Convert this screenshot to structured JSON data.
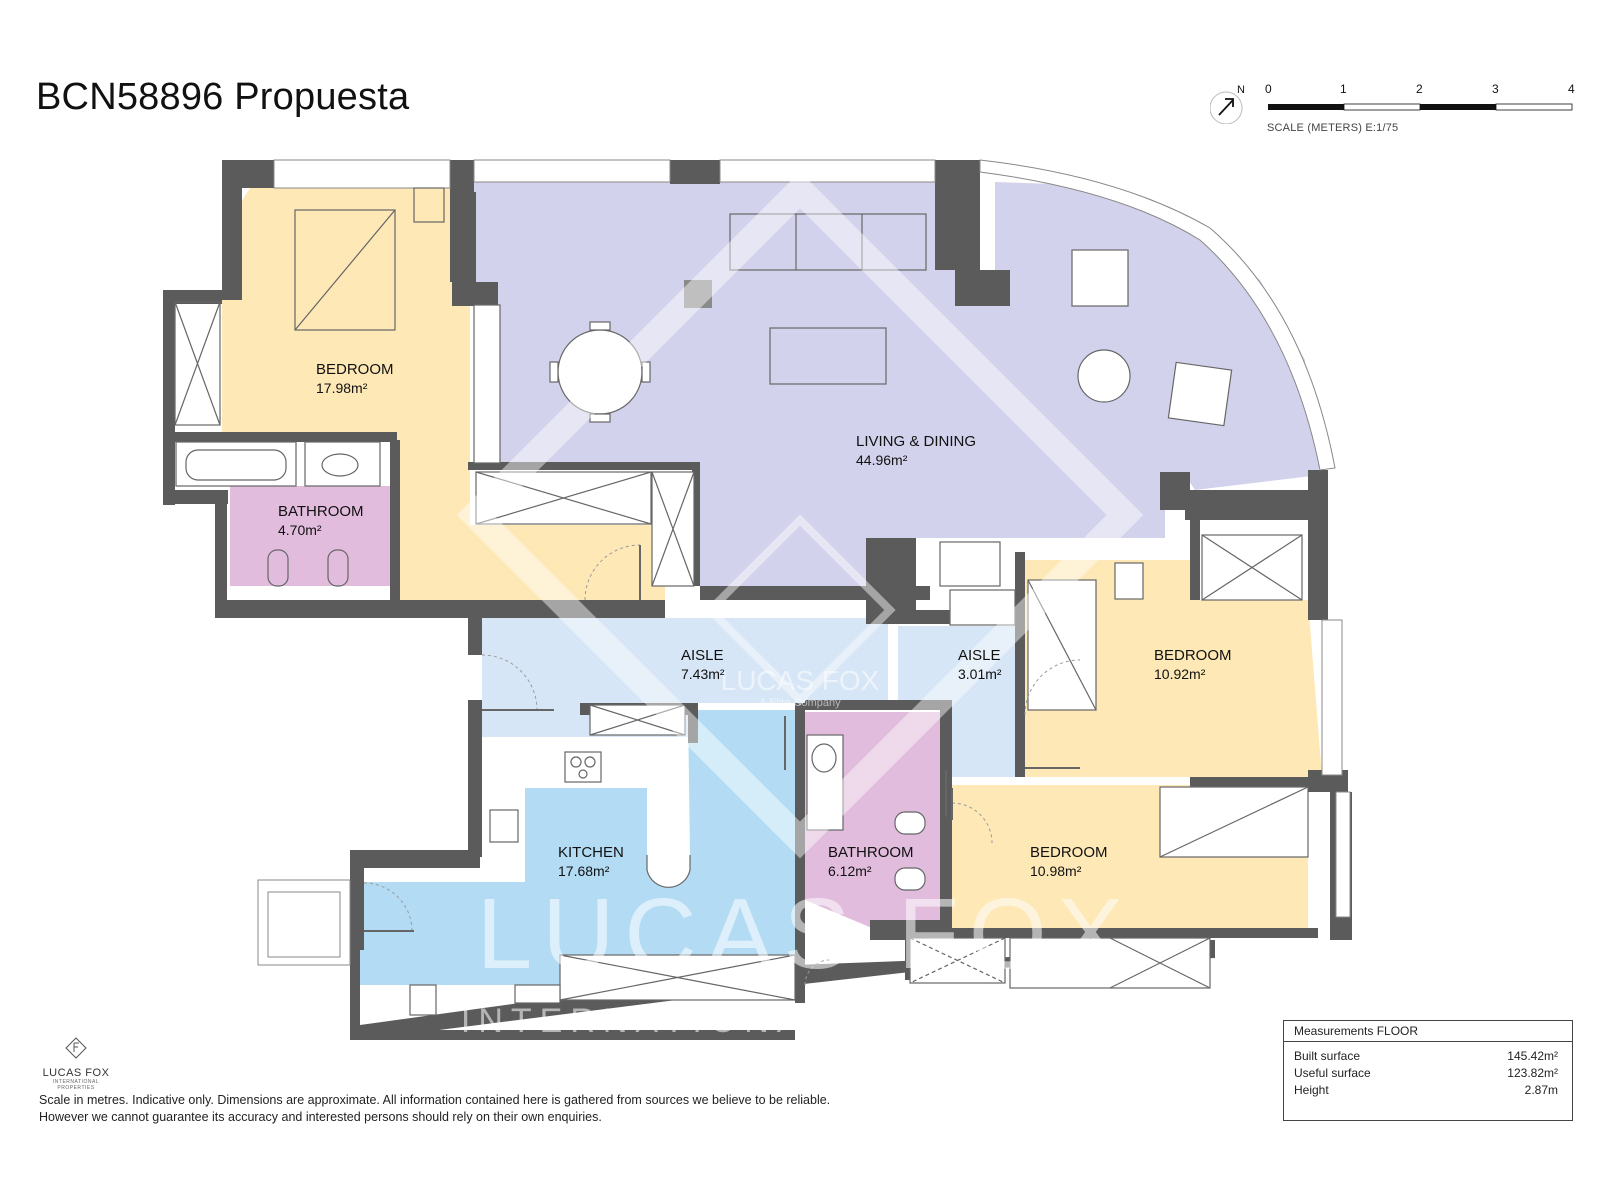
{
  "title": "BCN58896 Propuesta",
  "compass": {
    "north_label": "N"
  },
  "scale_bar": {
    "ticks": [
      "0",
      "1",
      "2",
      "3",
      "4"
    ],
    "caption": "SCALE (METERS) E:1/75"
  },
  "rooms": {
    "bedroom_main": {
      "name": "BEDROOM",
      "area": "17.98m²",
      "color": "#fde8b6"
    },
    "bathroom_1": {
      "name": "BATHROOM",
      "area": "4.70m²",
      "color": "#e2bcdd"
    },
    "living_dining": {
      "name": "LIVING & DINING",
      "area": "44.96m²",
      "color": "#d3d2ec"
    },
    "aisle_1": {
      "name": "AISLE",
      "area": "7.43m²",
      "color": "#d6e6f6"
    },
    "aisle_2": {
      "name": "AISLE",
      "area": "3.01m²",
      "color": "#d6e6f6"
    },
    "bedroom_2": {
      "name": "BEDROOM",
      "area": "10.92m²",
      "color": "#fde8b6"
    },
    "kitchen": {
      "name": "KITCHEN",
      "area": "17.68m²",
      "color": "#b3dcf4"
    },
    "bathroom_2": {
      "name": "BATHROOM",
      "area": "6.12m²",
      "color": "#e2bcdd"
    },
    "bedroom_3": {
      "name": "BEDROOM",
      "area": "10.98m²",
      "color": "#fde8b6"
    }
  },
  "watermark": {
    "main": "LUCAS FOX",
    "sub": "INTERNATIONAL PROPERTIES",
    "center": "LUCAS FOX",
    "center_sub": "A Elite Company"
  },
  "brand": {
    "name": "LUCAS FOX",
    "sub": "INTERNATIONAL PROPERTIES"
  },
  "disclaimer": [
    "Scale in metres. Indicative only. Dimensions are approximate. All information contained here is gathered from sources we believe to be reliable.",
    "However we cannot guarantee its accuracy and interested persons should rely on their own enquiries."
  ],
  "measurements": {
    "title": "Measurements FLOOR",
    "rows": [
      {
        "label": "Built surface",
        "value": "145.42m²"
      },
      {
        "label": "Useful surface",
        "value": "123.82m²"
      },
      {
        "label": "Height",
        "value": "2.87m"
      }
    ]
  },
  "colors": {
    "wall": "#5b5b5b",
    "accent_text": "#111111"
  }
}
